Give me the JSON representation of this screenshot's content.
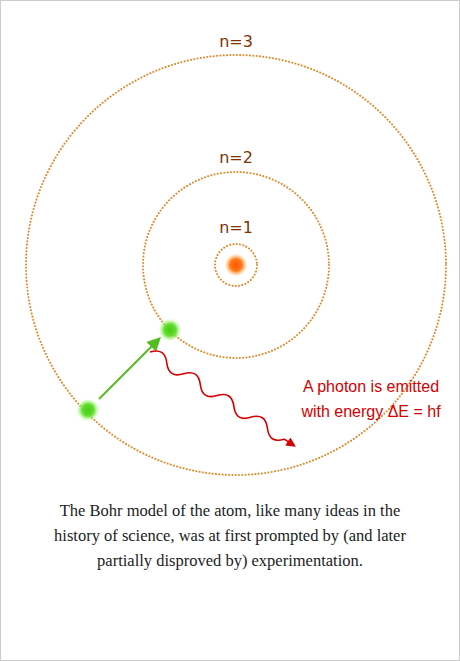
{
  "diagram": {
    "caption": "The Bohr model of the atom, like many ideas in the history of science, was at first prompted by (and later partially disproved by) experimentation.",
    "labels": [
      "n=3",
      "n=2",
      "n=1",
      "A photon is emitted with energy ΔE = hf"
    ]
  }
}
